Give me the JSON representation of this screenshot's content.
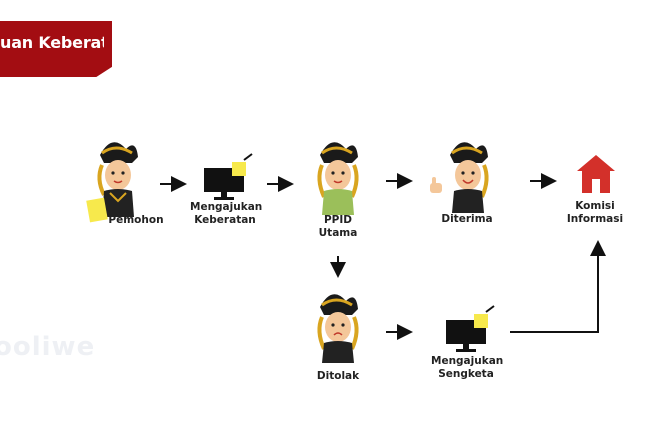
{
  "title": "uan Keberatan",
  "watermark": "ooliwe",
  "nodes": {
    "pemohon": "Pemohon",
    "mengajukan_keberatan": "Mengajukan\nKeberatan",
    "ppid_utama": "PPID\nUtama",
    "diterima": "Diterima",
    "komisi_informasi": "Komisi\nInformasi",
    "ditolak": "Ditolak",
    "mengajukan_sengketa": "Mengajukan\nSengketa"
  },
  "icons": {
    "pemohon": "wayang-character-with-document-icon",
    "mengajukan_keberatan": "monitor-with-note-icon",
    "ppid_utama": "wayang-character-icon",
    "diterima": "wayang-character-thumbs-up-icon",
    "komisi_informasi": "red-house-icon",
    "ditolak": "wayang-character-sad-icon",
    "mengajukan_sengketa": "monitor-with-note-icon"
  },
  "colors": {
    "banner": "#a30d12",
    "house": "#d3302a",
    "note": "#f7e94c",
    "arrow": "#111111"
  }
}
